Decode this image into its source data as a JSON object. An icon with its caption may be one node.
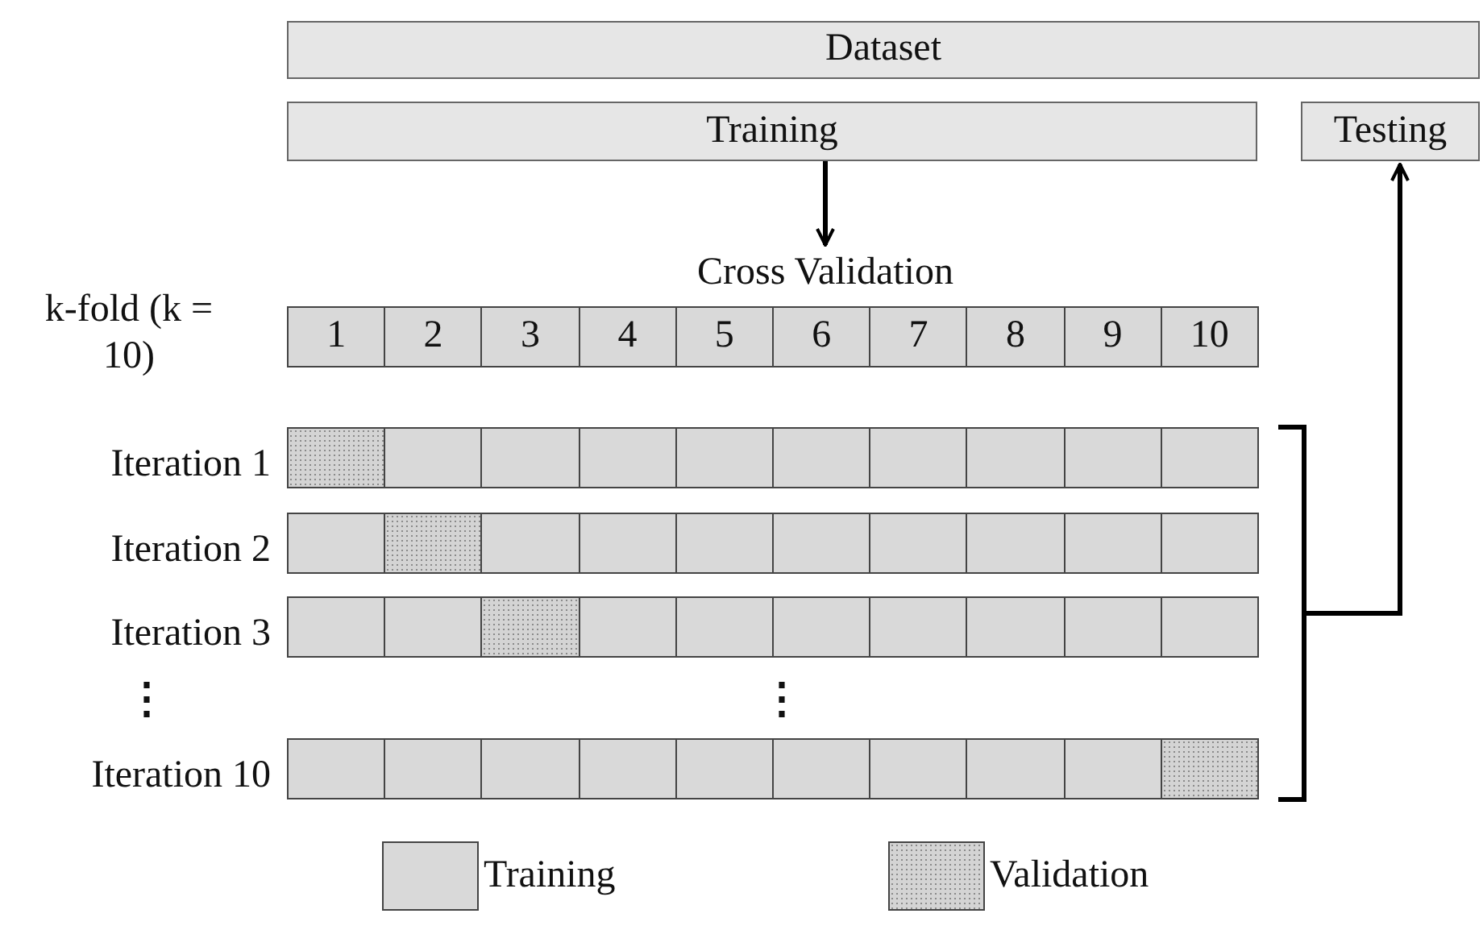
{
  "diagram": {
    "nodes": [
      {
        "text": [
          "Dataset"
        ]
      },
      {
        "text": [
          "Training"
        ]
      },
      {
        "text": [
          "Testing"
        ]
      },
      {
        "text": [
          "Cross Validation"
        ]
      },
      {
        "text": [
          "1"
        ]
      },
      {
        "text": [
          "2"
        ]
      },
      {
        "text": [
          "3"
        ]
      },
      {
        "text": [
          "4"
        ]
      },
      {
        "text": [
          "5"
        ]
      },
      {
        "text": [
          "6"
        ]
      },
      {
        "text": [
          "7"
        ]
      },
      {
        "text": [
          "8"
        ]
      },
      {
        "text": [
          "9"
        ]
      },
      {
        "text": [
          "10"
        ]
      },
      {
        "text": [],
        "shape": "box"
      },
      {
        "text": [],
        "shape": "box"
      },
      {
        "text": [],
        "shape": "box"
      },
      {
        "text": [],
        "shape": "box"
      },
      {
        "text": [],
        "shape": "box"
      },
      {
        "text": [],
        "shape": "box"
      },
      {
        "text": [],
        "shape": "box"
      },
      {
        "text": [],
        "shape": "box"
      },
      {
        "text": [],
        "shape": "box"
      },
      {
        "text": [],
        "shape": "box"
      },
      {
        "text": [],
        "shape": "box"
      },
      {
        "text": [],
        "shape": "box"
      },
      {
        "text": [],
        "shape": "box"
      },
      {
        "text": [],
        "shape": "box"
      },
      {
        "text": [],
        "shape": "box"
      },
      {
        "text": [],
        "shape": "box"
      },
      {
        "text": [],
        "shape": "box"
      },
      {
        "text": [],
        "shape": "box"
      },
      {
        "text": [],
        "shape": "box"
      },
      {
        "text": [],
        "shape": "box"
      },
      {
        "text": [],
        "shape": "box"
      },
      {
        "text": [],
        "shape": "box"
      },
      {
        "text": [],
        "shape": "box"
      },
      {
        "text": [],
        "shape": "box"
      },
      {
        "text": [],
        "shape": "box"
      },
      {
        "text": [],
        "shape": "box"
      },
      {
        "text": [],
        "shape": "box"
      },
      {
        "text": [],
        "shape": "box"
      },
      {
        "text": [],
        "shape": "box"
      },
      {
        "text": [],
        "shape": "box"
      },
      {
        "text": [],
        "shape": "box"
      },
      {
        "text": [],
        "shape": "box"
      },
      {
        "text": [],
        "shape": "box"
      },
      {
        "text": [],
        "shape": "box"
      },
      {
        "text": [],
        "shape": "box"
      },
      {
        "text": [],
        "shape": "box"
      },
      {
        "text": [],
        "shape": "box"
      },
      {
        "text": [],
        "shape": "box"
      },
      {
        "text": [],
        "shape": "box"
      },
      {
        "text": [],
        "shape": "box"
      },
      {
        "text": [],
        "shape": "bracket"
      }
    ],
    "edges": [
      {
        "from": 1,
        "to": 3,
        "arrow": "to"
      },
      {
        "from": 54,
        "to": 2,
        "arrow": "to"
      }
    ],
    "labels": [
      "k-fold (k = 10)",
      "Iteration 1",
      "Iteration 2",
      "Iteration 3",
      "⋮",
      "⋮",
      "Iteration 10"
    ],
    "legend": [
      {
        "text": "Training",
        "color": "#d9d9d9"
      },
      {
        "text": "Validation"
      }
    ]
  }
}
